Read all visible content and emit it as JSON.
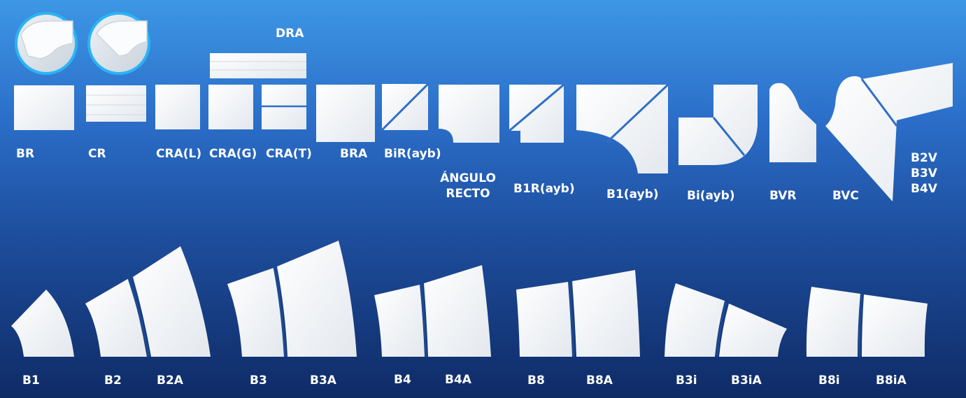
{
  "colors": {
    "tile": "#f4f6f8",
    "tile_shade": "#d7dde4",
    "joint": "#2f6fc4",
    "ring": "#2ab4f4"
  },
  "labels": {
    "dra": "DRA",
    "br": "BR",
    "cr": "CR",
    "cra_l": "CRA(L)",
    "cra_g": "CRA(G)",
    "cra_t": "CRA(T)",
    "bra": "BRA",
    "bir": "BiR(ayb)",
    "angulo_1": "ÁNGULO",
    "angulo_2": "RECTO",
    "b1r": "B1R(ayb)",
    "b1ayb": "B1(ayb)",
    "biayb": "Bi(ayb)",
    "bvr": "BVR",
    "bvc": "BVC",
    "b2v": "B2V",
    "b3v": "B3V",
    "b4v": "B4V",
    "b1": "B1",
    "b2": "B2",
    "b2a": "B2A",
    "b3": "B3",
    "b3a": "B3A",
    "b4": "B4",
    "b4a": "B4A",
    "b8": "B8",
    "b8a": "B8A",
    "b3i": "B3i",
    "b3ia": "B3iA",
    "b8i": "B8i",
    "b8ia": "B8iA"
  }
}
